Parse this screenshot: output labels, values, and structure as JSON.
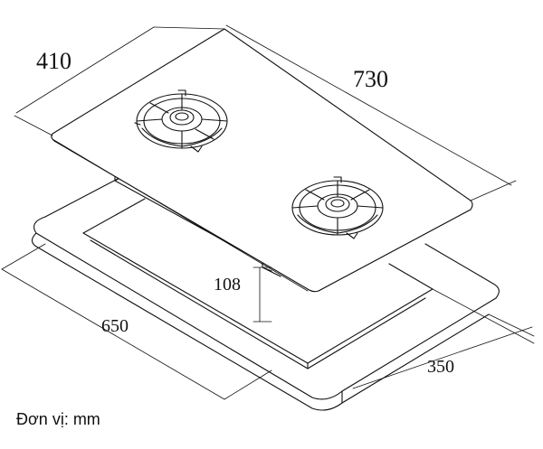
{
  "dimensions": {
    "depth": "410",
    "width": "730",
    "height": "108",
    "cutout_width": "650",
    "cutout_depth": "350"
  },
  "unit_note": "Đơn vị: mm",
  "colors": {
    "ink": "#111111",
    "background": "#ffffff"
  }
}
